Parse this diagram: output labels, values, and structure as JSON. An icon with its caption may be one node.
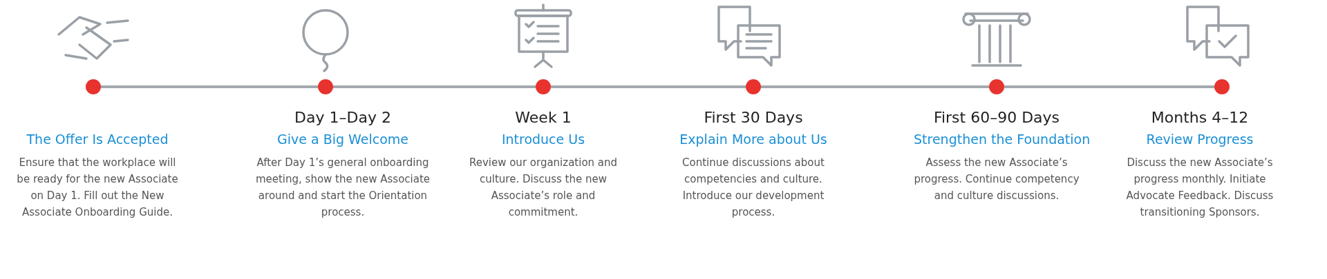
{
  "diagram": {
    "nodes": [
      {
        "text": [],
        "shape": "circle",
        "beside": [
          "The Offer Is Accepted",
          "Ensure that the workplace will be ready for the new Associate on Day 1. Fill out the New Associate Onboarding Guide."
        ]
      },
      {
        "text": [],
        "shape": "circle",
        "beside": [
          "Day 1–Day 2",
          "Give a Big Welcome",
          "After Day 1’s general onboarding meeting, show the new Associate around and start the Orientation process."
        ]
      },
      {
        "text": [],
        "shape": "circle",
        "beside": [
          "Week 1",
          "Introduce Us",
          "Review our organization and culture. Discuss the new Associate’s role and commitment."
        ]
      },
      {
        "text": [],
        "shape": "circle",
        "beside": [
          "First 30 Days",
          "Explain More about Us",
          "Continue discussions about competencies and culture. Introduce our development process."
        ]
      },
      {
        "text": [],
        "shape": "circle",
        "beside": [
          "First 60–90 Days",
          "Strengthen the Foundation",
          "Assess the new Associate’s progress. Continue competency and culture discussions."
        ]
      },
      {
        "text": [],
        "shape": "circle",
        "beside": [
          "Months 4–12",
          "Review Progress",
          "Discuss the new Associate’s progress monthly. Initiate Advocate Feedback. Discuss transitioning Sponsors."
        ]
      }
    ],
    "edges": [
      {
        "from": 0,
        "to": 1,
        "arrow": "none"
      },
      {
        "from": 1,
        "to": 2,
        "arrow": "none"
      },
      {
        "from": 2,
        "to": 3,
        "arrow": "none"
      },
      {
        "from": 3,
        "to": 4,
        "arrow": "none"
      },
      {
        "from": 4,
        "to": 5,
        "arrow": "none"
      }
    ]
  }
}
